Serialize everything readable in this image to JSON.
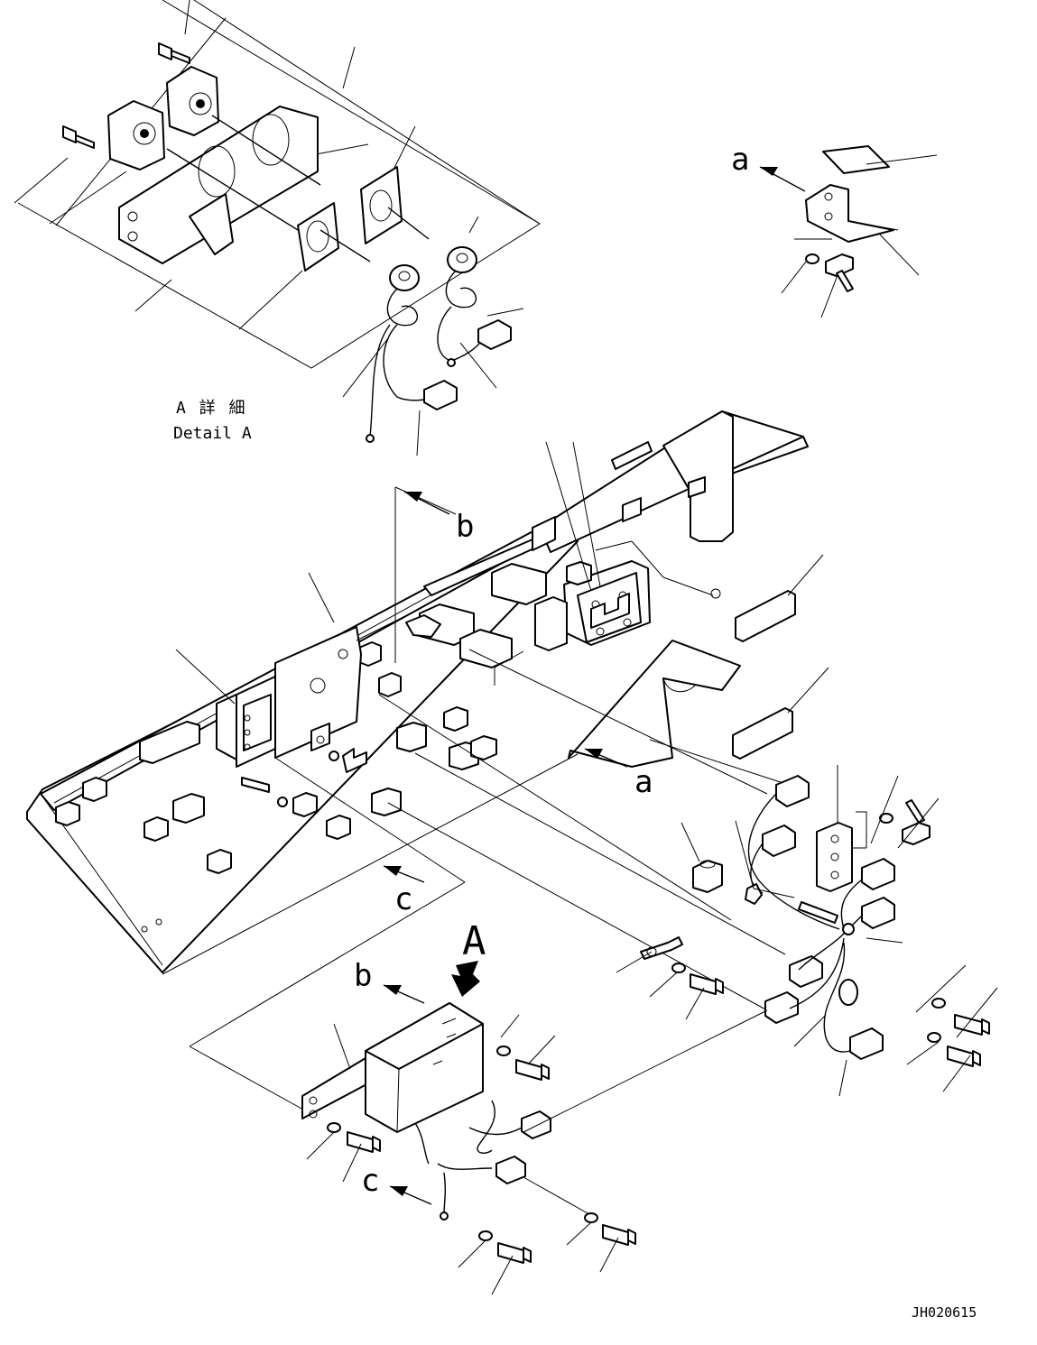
{
  "detail_title_jp": "A 詳 細",
  "detail_title_en": "Detail A",
  "view_labels": {
    "a_top": "a",
    "a_mid": "a",
    "b_mid": "b",
    "b_low": "b",
    "c_mid": "c",
    "c_low": "c",
    "A_arrow": "A"
  },
  "drawing_number": "JH020615"
}
